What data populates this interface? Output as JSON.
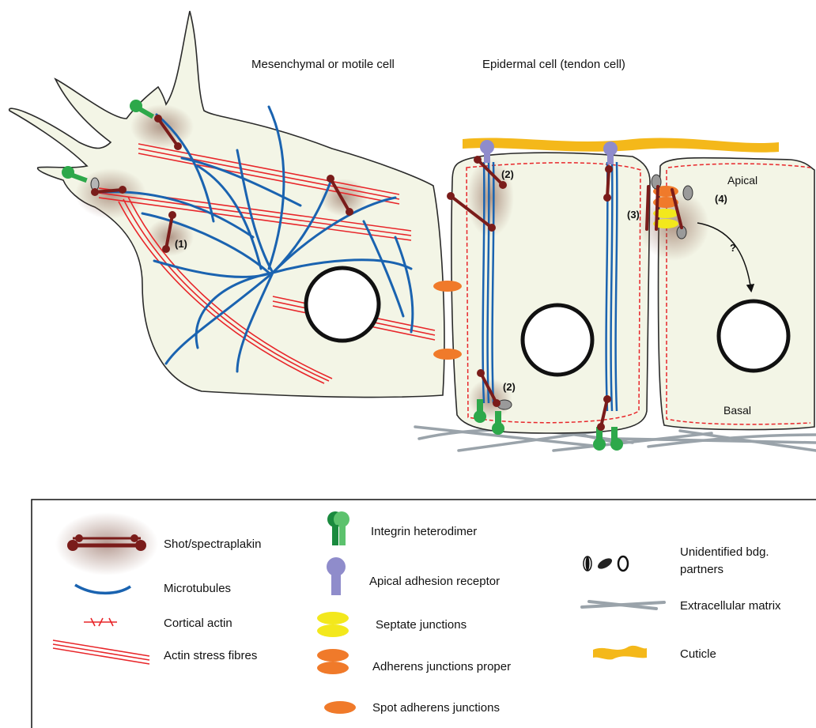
{
  "diagram": {
    "cell_titles": {
      "mesenchymal": "Mesenchymal or motile cell",
      "epidermal": "Epidermal cell (tendon cell)"
    },
    "numbers": {
      "n1": "(1)",
      "n2_top": "(2)",
      "n2_bottom": "(2)",
      "n3": "(3)",
      "n4": "(4)",
      "question": "?"
    },
    "regions": {
      "apical": "Apical",
      "basal": "Basal"
    }
  },
  "legend": {
    "shot": "Shot/spectraplakin",
    "microtubules": "Microtubules",
    "cortical_actin": "Cortical actin",
    "stress_fibres": "Actin stress fibres",
    "integrin": "Integrin heterodimer",
    "apical_receptor": "Apical adhesion receptor",
    "septate": "Septate junctions",
    "adherens_proper": "Adherens junctions proper",
    "spot_adherens": "Spot adherens junctions",
    "unidentified": [
      "Unidentified bdg.",
      "partners"
    ],
    "ecm": "Extracellular matrix",
    "cuticle": "Cuticle"
  },
  "colors": {
    "cytoplasm": "#f3f5e6",
    "microtubule": "#1a63b0",
    "actin": "#e8262a",
    "shot": "#7a1c1a",
    "integrin": "#2da84a",
    "apical_receptor": "#8f8ccb",
    "septate": "#f3e81c",
    "adherens": "#f07a2a",
    "ecm": "#9aa3aa",
    "cuticle": "#f4b81a"
  }
}
